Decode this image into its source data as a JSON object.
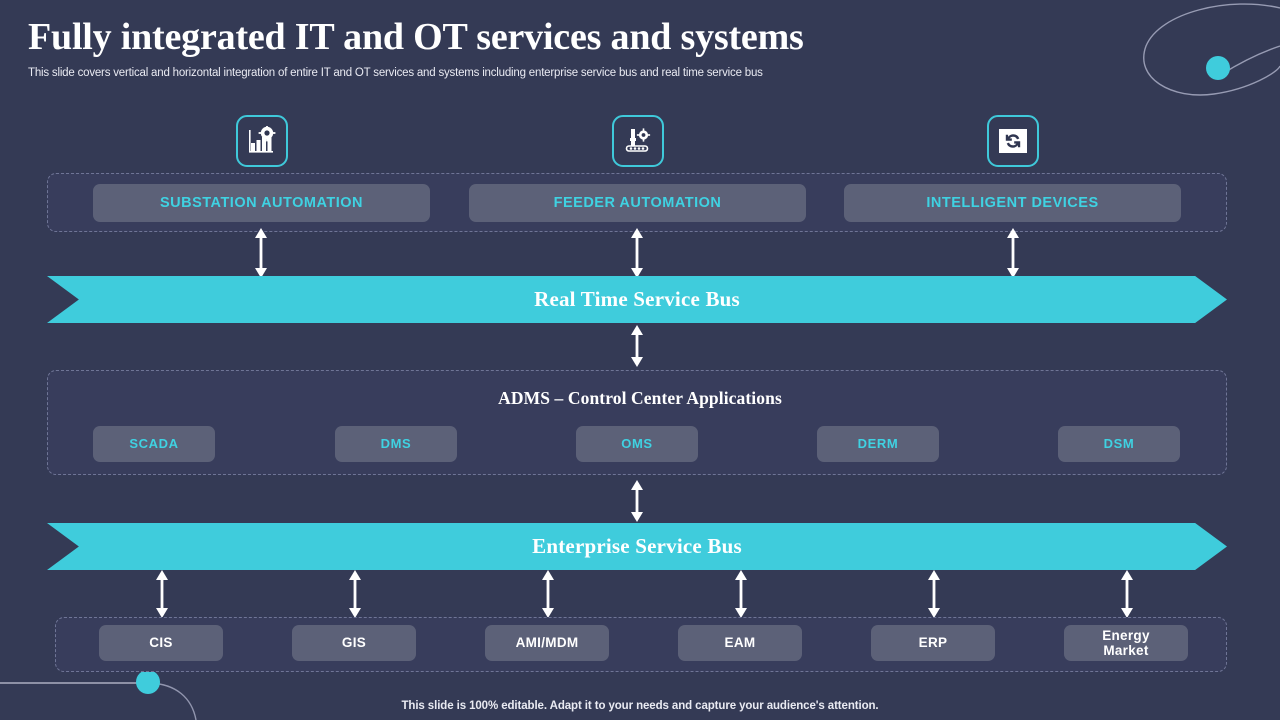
{
  "header": {
    "title": "Fully integrated IT and OT services and systems",
    "subtitle": "This slide covers vertical and horizontal integration of entire IT and OT services and systems including enterprise service bus and real time service bus"
  },
  "colors": {
    "background": "#343a55",
    "panel": "#383d5c",
    "pill": "#5c6178",
    "accent_cyan": "#3fccdc",
    "label_cyan": "#3fd2e2",
    "text_white": "#ffffff",
    "dashed_border": "#6f7596"
  },
  "icons": [
    {
      "name": "bar-chart-gear-icon",
      "for": "SUBSTATION AUTOMATION"
    },
    {
      "name": "industrial-robot-gear-icon",
      "for": "FEEDER AUTOMATION"
    },
    {
      "name": "sync-refresh-icon",
      "for": "INTELLIGENT DEVICES"
    }
  ],
  "ot_layer": {
    "items": [
      {
        "label": "SUBSTATION AUTOMATION"
      },
      {
        "label": "FEEDER AUTOMATION"
      },
      {
        "label": "INTELLIGENT DEVICES"
      }
    ]
  },
  "real_time_bus": {
    "label": "Real Time Service Bus"
  },
  "adms_layer": {
    "heading": "ADMS – Control Center Applications",
    "items": [
      {
        "label": "SCADA"
      },
      {
        "label": "DMS"
      },
      {
        "label": "OMS"
      },
      {
        "label": "DERM"
      },
      {
        "label": "DSM"
      }
    ]
  },
  "enterprise_bus": {
    "label": "Enterprise Service Bus"
  },
  "it_layer": {
    "items": [
      {
        "label": "CIS"
      },
      {
        "label": "GIS"
      },
      {
        "label": "AMI/MDM"
      },
      {
        "label": "EAM"
      },
      {
        "label": "ERP"
      },
      {
        "label": "Energy Market"
      }
    ]
  },
  "footer": {
    "note": "This slide is 100% editable. Adapt it to your needs and capture your audience's attention."
  }
}
